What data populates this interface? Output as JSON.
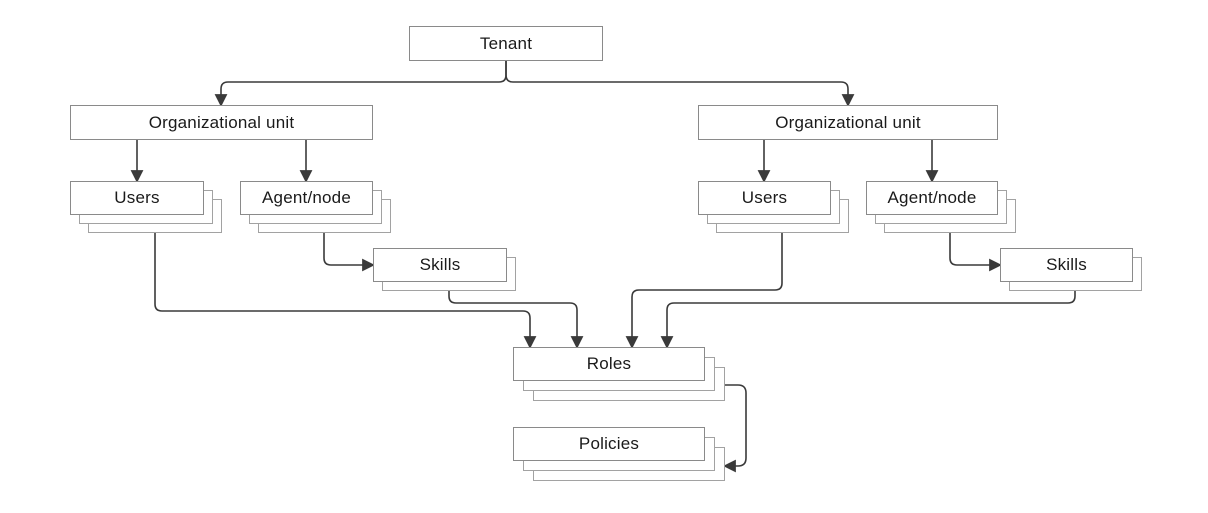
{
  "diagram": {
    "description": "Tenant hierarchy diagram",
    "nodes": {
      "tenant": {
        "label": "Tenant",
        "instances": "single"
      },
      "ou_left": {
        "label": "Organizational unit",
        "instances": "single"
      },
      "users_left": {
        "label": "Users",
        "instances": "multiple"
      },
      "agent_left": {
        "label": "Agent/node",
        "instances": "multiple"
      },
      "skills_left": {
        "label": "Skills",
        "instances": "multiple"
      },
      "ou_right": {
        "label": "Organizational unit",
        "instances": "single"
      },
      "users_right": {
        "label": "Users",
        "instances": "multiple"
      },
      "agent_right": {
        "label": "Agent/node",
        "instances": "multiple"
      },
      "skills_right": {
        "label": "Skills",
        "instances": "multiple"
      },
      "roles": {
        "label": "Roles",
        "instances": "multiple"
      },
      "policies": {
        "label": "Policies",
        "instances": "multiple"
      }
    },
    "edges": [
      {
        "from": "tenant",
        "to": "ou_left"
      },
      {
        "from": "tenant",
        "to": "ou_right"
      },
      {
        "from": "ou_left",
        "to": "users_left"
      },
      {
        "from": "ou_left",
        "to": "agent_left"
      },
      {
        "from": "ou_right",
        "to": "users_right"
      },
      {
        "from": "ou_right",
        "to": "agent_right"
      },
      {
        "from": "agent_left",
        "to": "skills_left"
      },
      {
        "from": "agent_right",
        "to": "skills_right"
      },
      {
        "from": "users_left",
        "to": "roles"
      },
      {
        "from": "skills_left",
        "to": "roles"
      },
      {
        "from": "users_right",
        "to": "roles"
      },
      {
        "from": "skills_right",
        "to": "roles"
      },
      {
        "from": "roles",
        "to": "policies"
      }
    ],
    "colors": {
      "background": "#ffffff",
      "box_fill": "#ffffff",
      "box_border": "#8a8a8a",
      "stack_border": "#a2a2a2",
      "connector": "#3a3a3a",
      "text": "#1a1a1a"
    }
  }
}
